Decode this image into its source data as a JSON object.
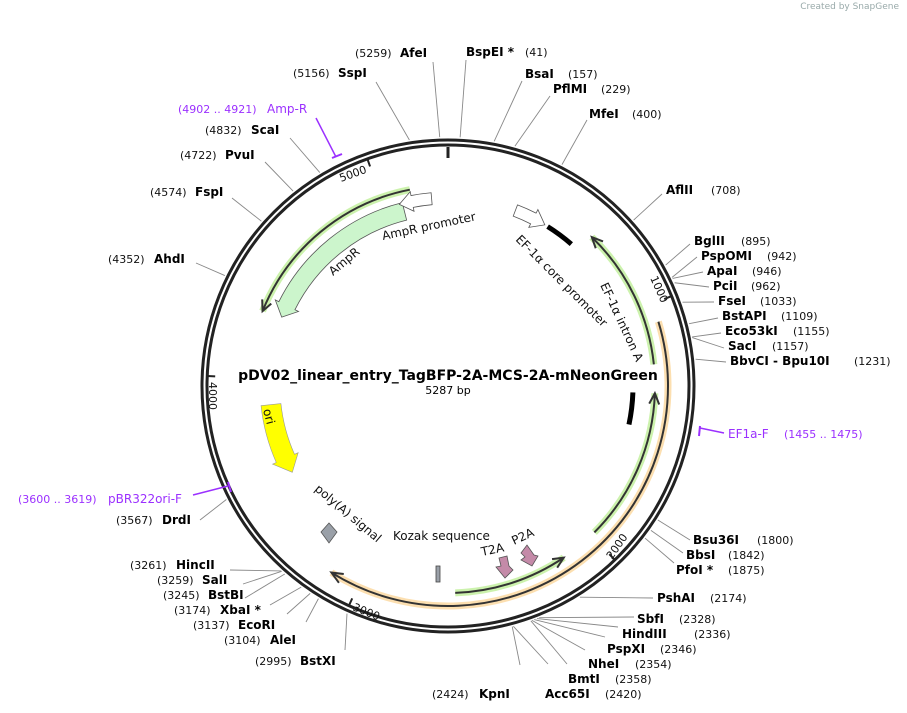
{
  "credit": "Created by SnapGene",
  "map": {
    "title": "pDV02_linear_entry_TagBFP-2A-MCS-2A-mNeonGreen",
    "length_label": "5287 bp",
    "total_bp": 5287,
    "tick_labels": [
      "1000",
      "2000",
      "3000",
      "4000",
      "5000"
    ]
  },
  "sites": [
    {
      "name": "AfeI",
      "pos": "(5259)",
      "bp": 5259
    },
    {
      "name": "SspI",
      "pos": "(5156)",
      "bp": 5156
    },
    {
      "name": "ScaI",
      "pos": "(4832)",
      "bp": 4832
    },
    {
      "name": "PvuI",
      "pos": "(4722)",
      "bp": 4722
    },
    {
      "name": "FspI",
      "pos": "(4574)",
      "bp": 4574
    },
    {
      "name": "AhdI",
      "pos": "(4352)",
      "bp": 4352
    },
    {
      "name": "DrdI",
      "pos": "(3567)",
      "bp": 3567
    },
    {
      "name": "HincII",
      "pos": "(3261)",
      "bp": 3261
    },
    {
      "name": "SalI",
      "pos": "(3259)",
      "bp": 3259
    },
    {
      "name": "BstBI",
      "pos": "(3245)",
      "bp": 3245
    },
    {
      "name": "XbaI *",
      "pos": "(3174)",
      "bp": 3174
    },
    {
      "name": "EcoRI",
      "pos": "(3137)",
      "bp": 3137
    },
    {
      "name": "AleI",
      "pos": "(3104)",
      "bp": 3104
    },
    {
      "name": "BstXI",
      "pos": "(2995)",
      "bp": 2995
    },
    {
      "name": "KpnI",
      "pos": "(2424)",
      "bp": 2424
    },
    {
      "name": "Acc65I",
      "pos": "(2420)",
      "bp": 2420
    },
    {
      "name": "BmtI",
      "pos": "(2358)",
      "bp": 2358
    },
    {
      "name": "NheI",
      "pos": "(2354)",
      "bp": 2354
    },
    {
      "name": "PspXI",
      "pos": "(2346)",
      "bp": 2346
    },
    {
      "name": "HindIII",
      "pos": "(2336)",
      "bp": 2336
    },
    {
      "name": "SbfI",
      "pos": "(2328)",
      "bp": 2328
    },
    {
      "name": "PshAI",
      "pos": "(2174)",
      "bp": 2174
    },
    {
      "name": "PfoI *",
      "pos": "(1875)",
      "bp": 1875
    },
    {
      "name": "BbsI",
      "pos": "(1842)",
      "bp": 1842
    },
    {
      "name": "Bsu36I",
      "pos": "(1800)",
      "bp": 1800
    },
    {
      "name": "BbvCI  -  Bpu10I",
      "pos": "(1231)",
      "bp": 1231
    },
    {
      "name": "SacI",
      "pos": "(1157)",
      "bp": 1157
    },
    {
      "name": "Eco53kI",
      "pos": "(1155)",
      "bp": 1155
    },
    {
      "name": "BstAPI",
      "pos": "(1109)",
      "bp": 1109
    },
    {
      "name": "FseI",
      "pos": "(1033)",
      "bp": 1033
    },
    {
      "name": "PciI",
      "pos": "(962)",
      "bp": 962
    },
    {
      "name": "ApaI",
      "pos": "(946)",
      "bp": 946
    },
    {
      "name": "PspOMI",
      "pos": "(942)",
      "bp": 942
    },
    {
      "name": "BglII",
      "pos": "(895)",
      "bp": 895
    },
    {
      "name": "AflII",
      "pos": "(708)",
      "bp": 708
    },
    {
      "name": "MfeI",
      "pos": "(400)",
      "bp": 400
    },
    {
      "name": "PflMI",
      "pos": "(229)",
      "bp": 229
    },
    {
      "name": "BsaI",
      "pos": "(157)",
      "bp": 157
    },
    {
      "name": "BspEI *",
      "pos": "(41)",
      "bp": 41
    }
  ],
  "primers": [
    {
      "name": "Amp-R",
      "range": "(4902 .. 4921)"
    },
    {
      "name": "EF1a-F",
      "range": "(1455 .. 1475)"
    },
    {
      "name": "pBR322ori-F",
      "range": "(3600 .. 3619)"
    }
  ],
  "features": {
    "ampr_promoter": "AmpR promoter",
    "ampr": "AmpR",
    "ori": "ori",
    "polya": "poly(A) signal",
    "kozak": "Kozak sequence",
    "t2a": "T2A",
    "p2a": "P2A",
    "ef1a_core": "EF-1α core promoter",
    "ef1a_intron": "EF-1α intron A"
  },
  "colors": {
    "primer": "#9b30ff",
    "ampr": "#ccf5cc",
    "ori": "#ffff00",
    "orf_orange": "#f5a623",
    "orf_green": "#7ed321",
    "twoA": "#c48aa8",
    "polya": "#9aa0a8"
  }
}
